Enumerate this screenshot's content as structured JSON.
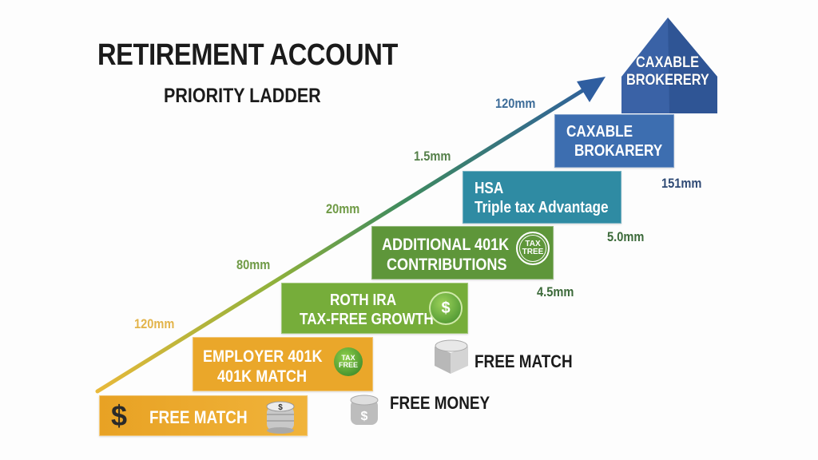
{
  "header": {
    "title": "RETIREMENT ACCOUNT",
    "subtitle": "PRIORITY LADDER"
  },
  "steps": [
    {
      "line1": "FREE MATCH",
      "line2": "",
      "color": "#e9a626",
      "icon": "dollar-sign-icon",
      "badge": "coin-stack-icon"
    },
    {
      "line1": "EMPLOYER 401K",
      "line2": "401K MATCH",
      "color": "#eaa72a",
      "badge_text1": "TAX",
      "badge_text2": "FREE"
    },
    {
      "line1": "ROTH IRA",
      "line2": "TAX-FREE GROWTH",
      "color": "#76ad3a",
      "badge_text1": "$"
    },
    {
      "line1": "ADDITIONAL 401K",
      "line2": "CONTRIBUTIONS",
      "color": "#5e963a",
      "badge_text1": "TAX",
      "badge_text2": "TREE"
    },
    {
      "line1": "HSA",
      "line2": "Triple tax Advantage",
      "color": "#2f8ba3"
    },
    {
      "line1": "CAXABLE",
      "line2": "BROKARERY",
      "color": "#3d6eb0"
    },
    {
      "line1": "CAXABLE",
      "line2": "BROKERERY",
      "color": "#3a62a6",
      "shape": "house"
    }
  ],
  "line_labels": [
    {
      "text": "120mm",
      "color": "#e3b44a"
    },
    {
      "text": "80mm",
      "color": "#6f9a45"
    },
    {
      "text": "20mm",
      "color": "#6f9a45"
    },
    {
      "text": "1.5mm",
      "color": "#55804a"
    },
    {
      "text": "120mm",
      "color": "#3e6d99"
    }
  ],
  "side_labels": [
    {
      "text": "151mm",
      "color": "#2f4a75"
    },
    {
      "text": "5.0mm",
      "color": "#3c6a3a"
    },
    {
      "text": "4.5mm",
      "color": "#3c6a3a"
    }
  ],
  "callouts": {
    "free_match": "FREE MATCH",
    "free_money": "FREE MONEY"
  }
}
